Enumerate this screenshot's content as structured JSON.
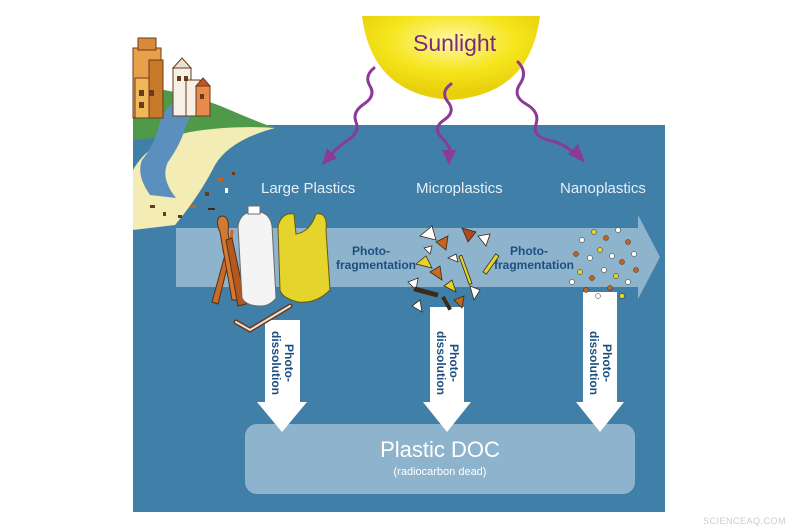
{
  "diagram": {
    "sun_label": "Sunlight",
    "stages": [
      {
        "label": "Large Plastics"
      },
      {
        "label": "Microplastics"
      },
      {
        "label": "Nanoplastics"
      }
    ],
    "fragmentation_label_1": "Photo-",
    "fragmentation_label_2": "fragmentation",
    "dissolution_label_1": "Photo-",
    "dissolution_label_2": "dissolution",
    "doc_title": "Plastic DOC",
    "doc_subtitle": "(radiocarbon dead)",
    "watermark": "SCIENCEAQ.COM",
    "colors": {
      "ocean": "#3f7fa8",
      "sky": "#ffffff",
      "sun": "#f3e316",
      "arrow_purple": "#8a3b96",
      "pale_band": "#a9c4d8",
      "land": "#4f9a4a",
      "sand": "#f3ecb4",
      "river": "#5b8fbd"
    }
  }
}
